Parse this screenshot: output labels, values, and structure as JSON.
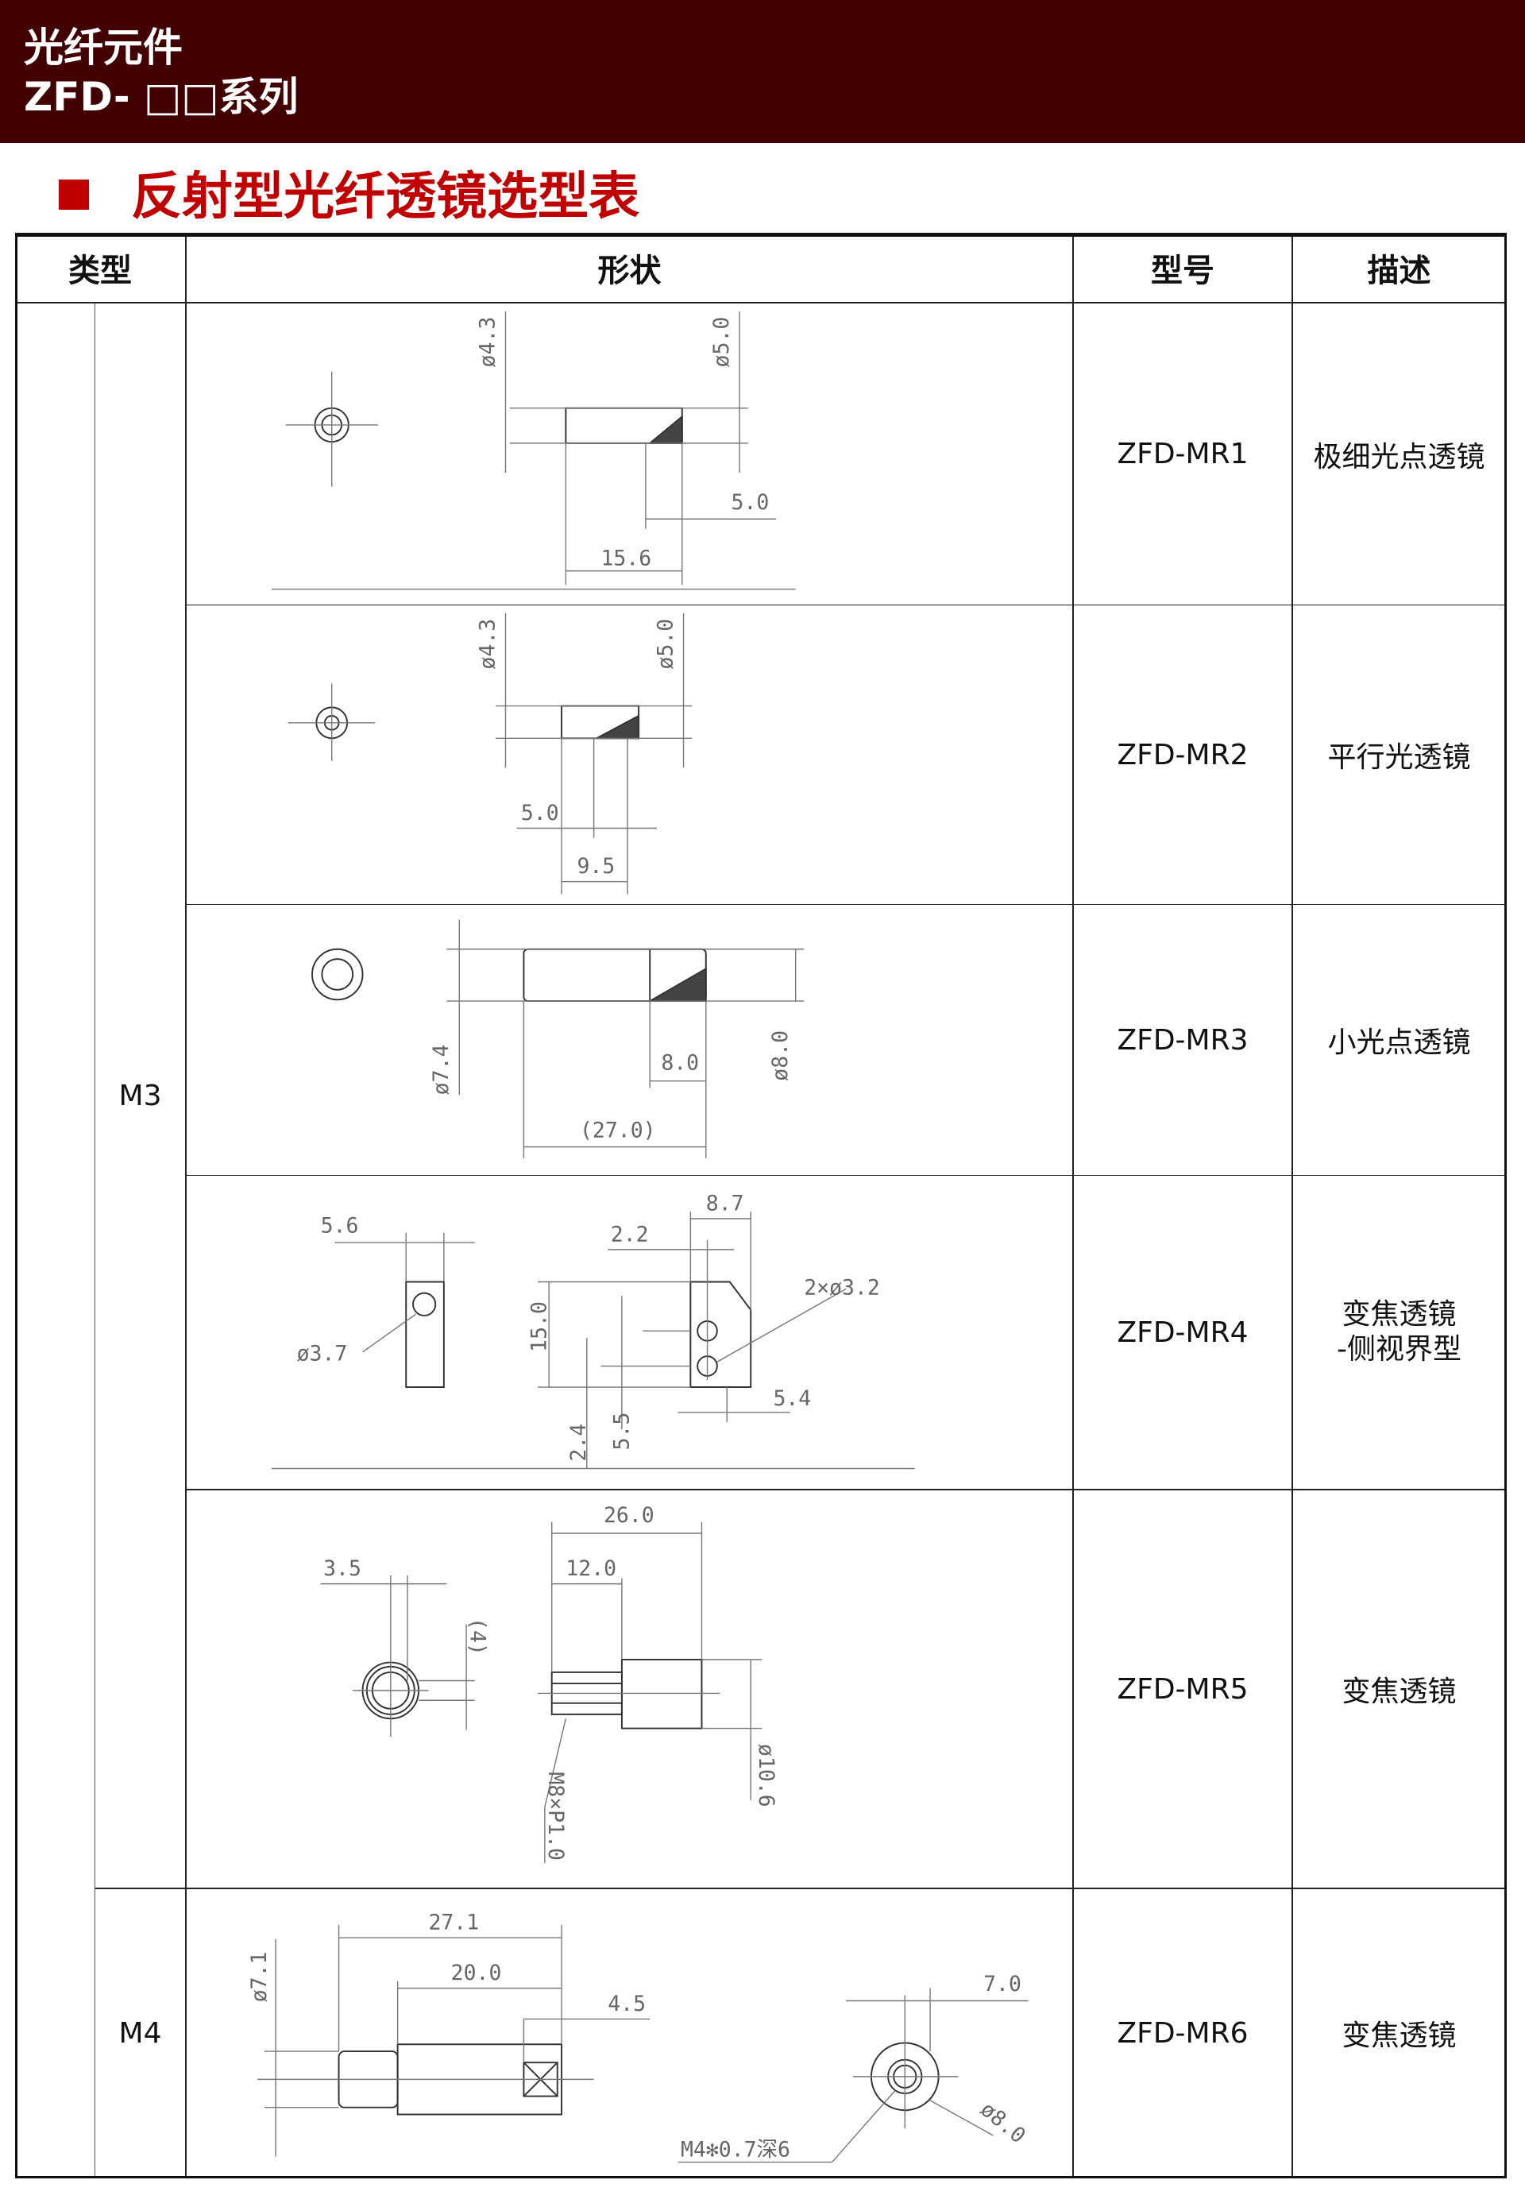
{
  "header": {
    "line1": "光纤元件",
    "line2": "ZFD- □□系列"
  },
  "section_title": "反射型光纤透镜选型表",
  "table": {
    "columns": [
      "类型",
      "形状",
      "型号",
      "描述"
    ],
    "groups": [
      {
        "label": "M3"
      },
      {
        "label": "M4"
      }
    ],
    "rows": [
      {
        "model": "ZFD-MR1",
        "desc": "极细光点透镜",
        "dims": [
          "ø4.3",
          "ø5.0",
          "5.0",
          "15.6"
        ]
      },
      {
        "model": "ZFD-MR2",
        "desc": "平行光透镜",
        "dims": [
          "ø4.3",
          "ø5.0",
          "5.0",
          "9.5"
        ]
      },
      {
        "model": "ZFD-MR3",
        "desc": "小光点透镜",
        "dims": [
          "ø7.4",
          "8.0",
          "ø8.0",
          "(27.0)"
        ]
      },
      {
        "model": "ZFD-MR4",
        "desc": "变焦透镜\n-侧视界型",
        "desc1": "变焦透镜",
        "desc2": "-侧视界型",
        "dims": [
          "5.6",
          "ø3.7",
          "15.0",
          "2.2",
          "8.7",
          "2×ø3.2",
          "5.4",
          "5.5",
          "2.4"
        ]
      },
      {
        "model": "ZFD-MR5",
        "desc": "变焦透镜",
        "dims": [
          "3.5",
          "(4)",
          "26.0",
          "12.0",
          "ø10.6",
          "M8×P1.0"
        ]
      },
      {
        "model": "ZFD-MR6",
        "desc": "变焦透镜",
        "dims": [
          "27.1",
          "20.0",
          "4.5",
          "ø7.1",
          "7.0",
          "ø8.0",
          "M4✻0.7深6"
        ]
      }
    ]
  },
  "colors": {
    "header_bg": "#430000",
    "accent": "#c00000"
  }
}
